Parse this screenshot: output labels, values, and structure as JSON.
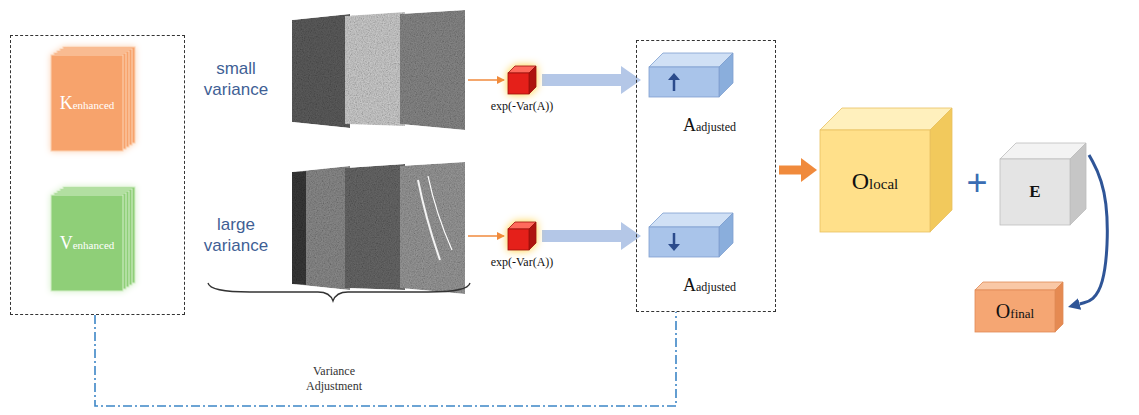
{
  "diagram": {
    "nodes": [
      {
        "text": []
      },
      {
        "text": [
          "Kenhanced"
        ],
        "in": 0
      },
      {
        "text": [
          "Venhanced"
        ],
        "in": 0
      },
      {
        "text": [
          "exp(-Var(A))"
        ]
      },
      {
        "text": [
          "exp(-Var(A))"
        ]
      },
      {
        "text": []
      },
      {
        "text": [
          "Aadjusted"
        ],
        "in": 5
      },
      {
        "text": [
          "Aadjusted"
        ],
        "in": 5
      },
      {
        "text": [
          "Olocal"
        ]
      },
      {
        "text": [
          "E"
        ]
      },
      {
        "text": [
          "Ofinal"
        ]
      }
    ],
    "edges": [
      {
        "from": 3,
        "to": 6,
        "arrow": "to"
      },
      {
        "from": 4,
        "to": 7,
        "arrow": "to"
      },
      {
        "from": 5,
        "to": 8,
        "arrow": "to"
      },
      {
        "from": 9,
        "to": 10,
        "arrow": "to"
      },
      {
        "from": 0,
        "to": 5,
        "arrow": "none"
      }
    ],
    "labels": [
      "small variance",
      "large variance",
      "Variance Adjustment",
      "+"
    ]
  }
}
